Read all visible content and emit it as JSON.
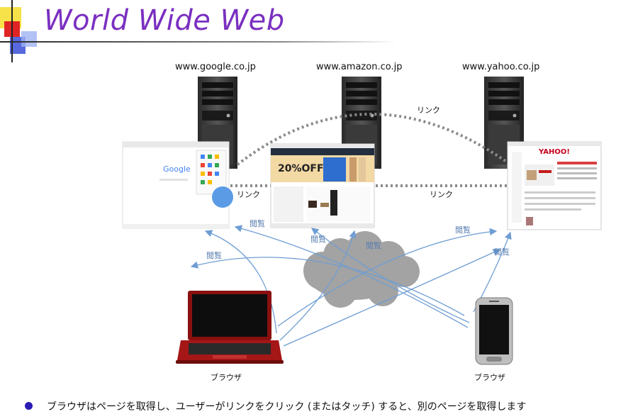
{
  "title": "World Wide Web",
  "servers": [
    {
      "domain": "www.google.co.jp"
    },
    {
      "domain": "www.amazon.co.jp"
    },
    {
      "domain": "www.yahoo.co.jp"
    }
  ],
  "link_labels": {
    "left": "リンク",
    "middle": "リンク",
    "top": "リンク"
  },
  "browse_label": "閲覧",
  "amazon_banner": {
    "sale": "20%OFF"
  },
  "google_logo": "Google",
  "yahoo_logo": "YAHOO!",
  "devices": {
    "laptop_label": "ブラウザ",
    "phone_label": "ブラウザ"
  },
  "caption": "ブラウザはページを取得し、ユーザーがリンクをクリック (またはタッチ) すると、別のページを取得します",
  "colors": {
    "title": "#7a2fc0",
    "arrows": "#6f9ed4",
    "dotted_link": "#8a8a8a",
    "bullet": "#2b1bb5",
    "cloud": "#9a9a9a"
  }
}
